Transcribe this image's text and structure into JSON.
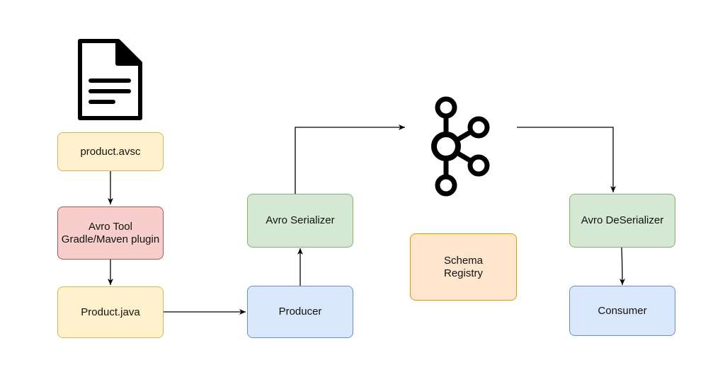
{
  "diagram": {
    "nodes": {
      "schema_file": {
        "label": "product.avsc",
        "fill": "#fff2cc",
        "stroke": "#d6b656"
      },
      "avro_tool": {
        "label": "Avro Tool\nGradle/Maven plugin",
        "fill": "#f8cecc",
        "stroke": "#b85450"
      },
      "java_class": {
        "label": "Product.java",
        "fill": "#fff2cc",
        "stroke": "#d6b656"
      },
      "producer": {
        "label": "Producer",
        "fill": "#dae8fc",
        "stroke": "#6c8ebf"
      },
      "serializer": {
        "label": "Avro Serializer",
        "fill": "#d5e8d4",
        "stroke": "#82b366"
      },
      "schema_registry": {
        "label": "Schema\nRegistry",
        "fill": "#ffe6cc",
        "stroke": "#d79b00"
      },
      "deserializer": {
        "label": "Avro DeSerializer",
        "fill": "#d5e8d4",
        "stroke": "#82b366"
      },
      "consumer": {
        "label": "Consumer",
        "fill": "#dae8fc",
        "stroke": "#6c8ebf"
      }
    },
    "edges": [
      {
        "from": "schema_file",
        "to": "avro_tool"
      },
      {
        "from": "avro_tool",
        "to": "java_class"
      },
      {
        "from": "java_class",
        "to": "producer"
      },
      {
        "from": "producer",
        "to": "serializer"
      },
      {
        "from": "serializer",
        "to": "kafka"
      },
      {
        "from": "kafka",
        "to": "deserializer"
      },
      {
        "from": "deserializer",
        "to": "consumer"
      }
    ],
    "icons": {
      "document": "document-icon",
      "kafka": "kafka-icon"
    }
  }
}
